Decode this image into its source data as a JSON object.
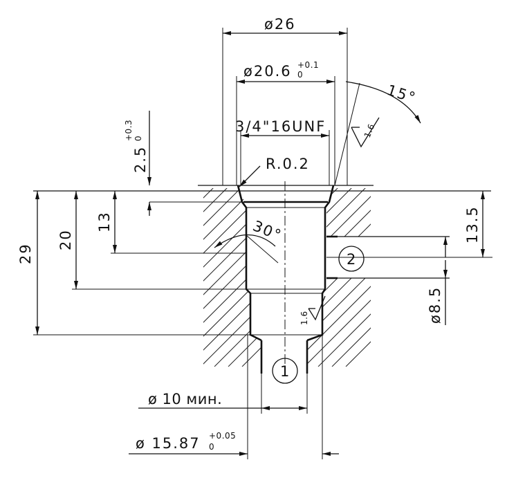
{
  "dimensions": {
    "d26": "ø26",
    "d20_6": "ø20.6",
    "d20_6_tol_upper": "+0.1",
    "d20_6_tol_lower": "0",
    "thread": "3/4\"16UNF",
    "angle_15": "15°",
    "roughness_top": "1.6",
    "depth_2_5": "2.5",
    "depth_2_5_tol_upper": "+0.3",
    "depth_2_5_tol_lower": "0",
    "radius": "R.0.2",
    "depth_29": "29",
    "depth_20": "20",
    "depth_13": "13",
    "angle_30": "30°",
    "depth_13_5": "13.5",
    "d8_5": "ø8.5",
    "roughness_bore": "1.6",
    "d10": "ø 10 мин.",
    "d15_87": "ø 15.87",
    "d15_87_tol_upper": "+0.05",
    "d15_87_tol_lower": "0"
  },
  "callouts": {
    "port_1": "1",
    "port_2": "2"
  }
}
